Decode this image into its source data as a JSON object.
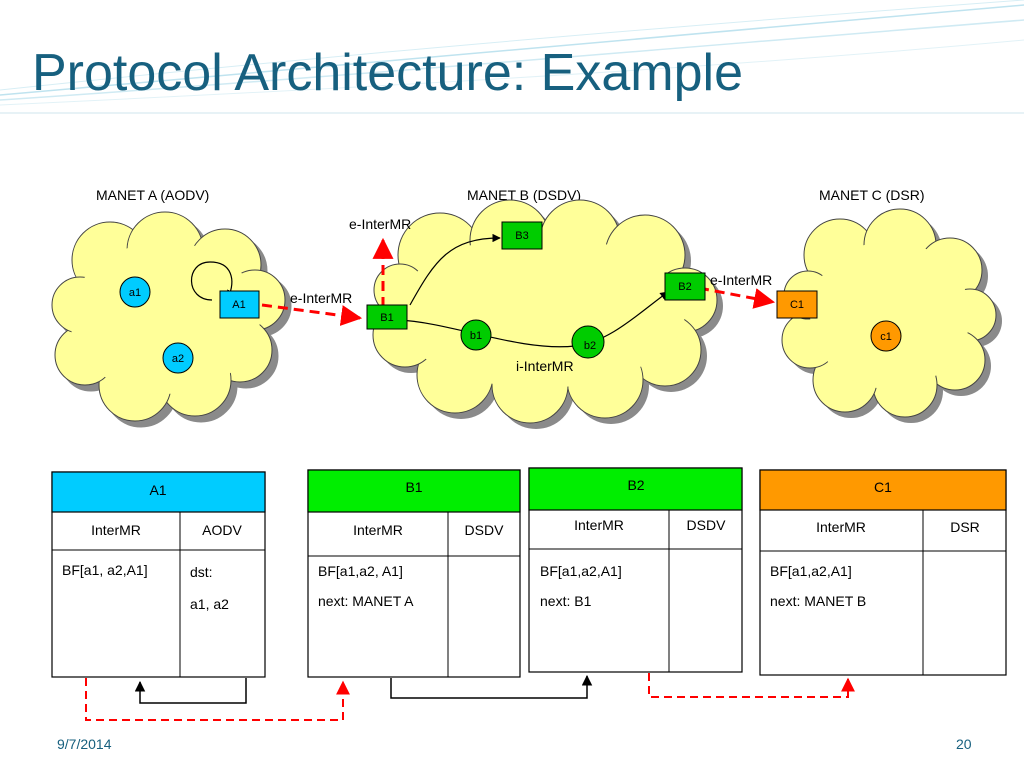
{
  "title": "Protocol Architecture: Example",
  "footer": {
    "date": "9/7/2014",
    "page": "20"
  },
  "colors": {
    "title": "#17607f",
    "cloud": "#ffff99",
    "cloud_shadow": "#7f7f7f",
    "node_blue": "#00ccff",
    "node_green": "#00cc00",
    "node_orange": "#ff9900",
    "header_a": "#00ccff",
    "header_b": "#00ee00",
    "header_c": "#ff9900",
    "red_dashed": "#ff0000"
  },
  "manets": {
    "a": {
      "label": "MANET A (AODV)"
    },
    "b": {
      "label": "MANET B (DSDV)"
    },
    "c": {
      "label": "MANET C (DSR)"
    }
  },
  "nodes": {
    "a1": "a1",
    "a2": "a2",
    "A1": "A1",
    "B1": "B1",
    "B2": "B2",
    "B3": "B3",
    "b1": "b1",
    "b2": "b2",
    "C1": "C1",
    "c1": "c1"
  },
  "links": {
    "e_intermr_top": "e-InterMR",
    "e_intermr_ab": "e-InterMR",
    "e_intermr_bc": "e-InterMR",
    "i_intermr": "i-InterMR"
  },
  "tables": {
    "A1": {
      "title": "A1",
      "col1_header": "InterMR",
      "col2_header": "AODV",
      "col1_lines": [
        "BF[a1, a2,A1]"
      ],
      "col2_lines": [
        "dst:",
        "a1, a2"
      ]
    },
    "B1": {
      "title": "B1",
      "col1_header": "InterMR",
      "col2_header": "DSDV",
      "col1_lines": [
        "BF[a1,a2, A1]",
        "next: MANET A"
      ],
      "col2_lines": []
    },
    "B2": {
      "title": "B2",
      "col1_header": "InterMR",
      "col2_header": "DSDV",
      "col1_lines": [
        "BF[a1,a2,A1]",
        "next: B1"
      ],
      "col2_lines": []
    },
    "C1": {
      "title": "C1",
      "col1_header": "InterMR",
      "col2_header": "DSR",
      "col1_lines": [
        "BF[a1,a2,A1]",
        "next: MANET B"
      ],
      "col2_lines": []
    }
  }
}
